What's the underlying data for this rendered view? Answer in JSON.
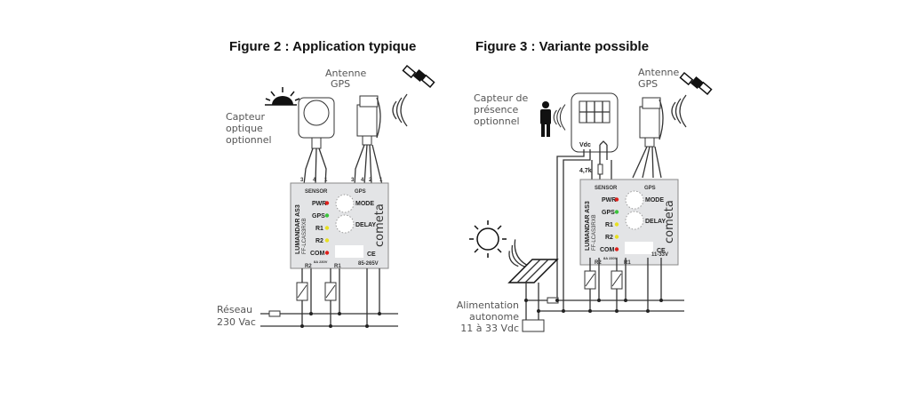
{
  "figure2": {
    "title": "Figure 2 : Application typique",
    "gps_label_1": "Antenne",
    "gps_label_2": "GPS",
    "sensor_label_1": "Capteur",
    "sensor_label_2": "optique",
    "sensor_label_3": "optionnel",
    "network_label_1": "Réseau",
    "network_label_2": "230 Vac",
    "supply_rating": "85-265V"
  },
  "figure3": {
    "title": "Figure 3 : Variante possible",
    "gps_label_1": "Antenne",
    "gps_label_2": "GPS",
    "sensor_label_1": "Capteur de",
    "sensor_label_2": "présence",
    "sensor_label_3": "optionnel",
    "vdc_label": "Vdc",
    "resistor_label": "4,7k",
    "supply_label_1": "Alimentation",
    "supply_label_2": "autonome",
    "supply_label_3": "11 à 33 Vdc",
    "supply_rating": "11-33V"
  },
  "module": {
    "name": "LUMANDAR AS3",
    "ref": "FF-LCAS3RXB",
    "brand": "cometa",
    "sensor_port": "SENSOR",
    "gps_port": "GPS",
    "pins_sensor": [
      "3",
      "4",
      "1"
    ],
    "pins_gps": [
      "3",
      "4",
      "2",
      "1"
    ],
    "leds": [
      {
        "label": "PWR",
        "color": "#e0201b"
      },
      {
        "label": "GPS",
        "color": "#3cc43c"
      },
      {
        "label": "R1",
        "color": "#e8e020"
      },
      {
        "label": "R2",
        "color": "#e8e020"
      },
      {
        "label": "COM",
        "color": "#e0201b"
      }
    ],
    "mode_label": "MODE",
    "delay_label": "DELAY",
    "ce_mark": "CE",
    "relay_r1": "R1",
    "relay_r2": "R2",
    "relay_rating": "8A 230V"
  }
}
